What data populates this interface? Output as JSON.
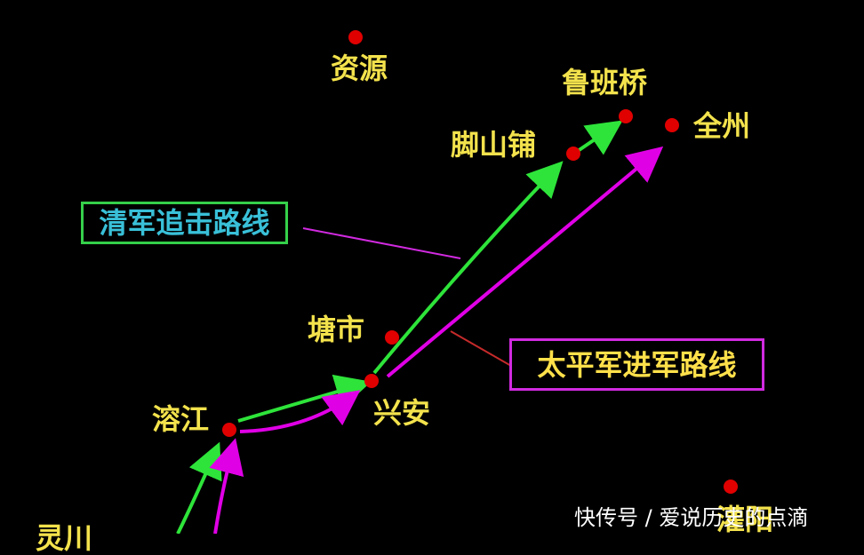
{
  "places": {
    "ziyuan": "资源",
    "lubanqiao": "鲁班桥",
    "quanzhou": "全州",
    "jiaoshanpu": "脚山铺",
    "tangshi": "塘市",
    "xingan": "兴安",
    "rongjiang": "溶江",
    "guanyang": "灌阳",
    "partial_bottom_left": "灵川"
  },
  "legend": {
    "qing_route": "清军追击路线",
    "taiping_route": "太平军进军路线"
  },
  "watermark": "快传号 / 爱说历史的点滴",
  "colors": {
    "background": "#000000",
    "place_label": "#f3e24c",
    "dot": "#e00000",
    "qing_line": "#2ee43a",
    "taiping_line": "#e000e6",
    "qing_legend_text": "#39c0d8",
    "qing_legend_border": "#35d04a",
    "taiping_legend_text": "#ffe04a",
    "taiping_legend_border": "#d12ae0"
  }
}
